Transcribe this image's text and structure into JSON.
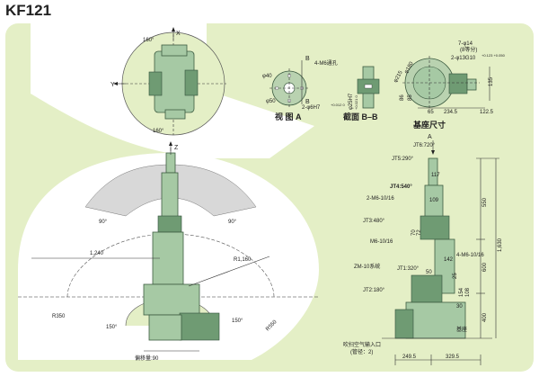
{
  "title": "KF121",
  "colors": {
    "panel_bg": "#e4efc6",
    "work_area": "#eeeeee",
    "robot_body": "#a6c9a4",
    "robot_dark": "#6f9b73",
    "line": "#333333"
  },
  "top_view": {
    "angle_top": "160°",
    "angle_bottom": "160°",
    "axis_x": "X",
    "axis_y": "Y"
  },
  "flange_view": {
    "hole_label": "4-M6通孔",
    "dia_40": "φ40",
    "dia_50": "φ50",
    "pin_hole": "2-φ6H7",
    "pin_tol": "+0.012 0",
    "section_mark": "B",
    "caption": "视 图 A"
  },
  "section_bb": {
    "bore": "φ25H7",
    "bore_tol": "+0.021 0",
    "caption": "截面 B–B"
  },
  "base_view": {
    "holes_1": "7-φ14",
    "holes_1_note": "(8等分)",
    "holes_2": "2-φ13G10",
    "holes_2_tol": "+0.123 +0.050",
    "dia_pcd": "φ180",
    "dia_outer": "φ215",
    "dim_135": "135",
    "dim_86": "86",
    "dim_85": "85",
    "dim_65": "65",
    "dim_2345": "234.5",
    "dim_1225": "122.5",
    "caption": "基座尺寸"
  },
  "side_view": {
    "angle_left": "90°",
    "angle_right": "90°",
    "axis_z": "Z",
    "r_1160": "R1,160",
    "r_350": "R350",
    "r_550": "R550",
    "dim_1240": "1,240",
    "angle_150_left": "150°",
    "angle_150_right": "150°",
    "offset": "偏移量:90"
  },
  "front_view": {
    "jt6": "JT6:720°",
    "jt5": "JT5:290°",
    "jt4": "JT4:540°",
    "jt3": "JT3:480°",
    "jt2": "JT2:180°",
    "jt1": "JT1:320°",
    "m6_1016_top": "2-M6-10/16",
    "m6_1016_left": "M6-10/16",
    "m6_1016_right": "4-M6-10/16",
    "zm10": "ZM-10系统",
    "air_inlet": "吹扫空气输入口",
    "air_note": "(管径：2)",
    "base_label": "基座",
    "arrow_a": "A",
    "d117": "117",
    "d109": "109",
    "d142": "142",
    "d50": "50",
    "d70": "70",
    "d72": "72",
    "d25": "25",
    "d154": "154",
    "d108": "108",
    "d30": "30",
    "d550": "550",
    "d600": "600",
    "d400": "400",
    "d1630": "1,630",
    "d2495": "249.5",
    "d3295": "329.5"
  }
}
